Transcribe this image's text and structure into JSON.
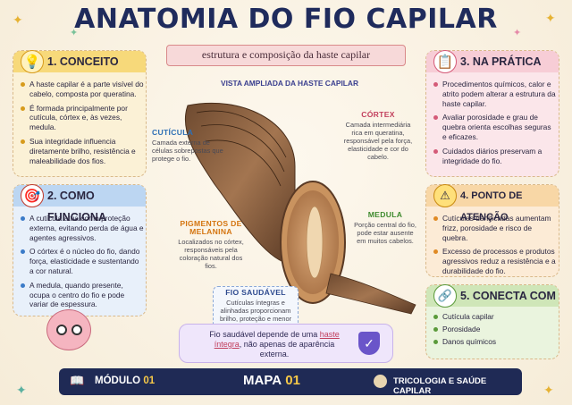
{
  "title": "ANATOMIA DO FIO CAPILAR",
  "subtitle": "estrutura e composição da haste capilar",
  "cards": {
    "conceito": {
      "title": "1. CONCEITO",
      "items": [
        "A haste capilar é a parte visível do cabelo, composta por queratina.",
        "É formada principalmente por cutícula, córtex e, às vezes, medula.",
        "Sua integridade influencia diretamente brilho, resistência e maleabilidade dos fios."
      ]
    },
    "funciona": {
      "title": "2. COMO FUNCIONA",
      "items": [
        "A cutícula atua como proteção externa, evitando perda de água e agentes agressivos.",
        "O córtex é o núcleo do fio, dando força, elasticidade e sustentando a cor natural.",
        "A medula, quando presente, ocupa o centro do fio e pode variar de espessura."
      ]
    },
    "pratica": {
      "title": "3. NA PRÁTICA",
      "items": [
        "Procedimentos químicos, calor e atrito podem alterar a estrutura da haste capilar.",
        "Avaliar porosidade e grau de quebra orienta escolhas seguras e eficazes.",
        "Cuidados diários preservam a integridade do fio."
      ]
    },
    "atencao": {
      "title": "4. PONTO DE ATENÇÃO",
      "items": [
        "Cutículas danificadas aumentam frizz, porosidade e risco de quebra.",
        "Excesso de processos e produtos agressivos reduz a resistência e a durabilidade do fio."
      ]
    },
    "conecta": {
      "title": "5. CONECTA COM",
      "items": [
        "Cutícula capilar",
        "Porosidade",
        "Danos químicos"
      ]
    }
  },
  "diagram": {
    "heading": "VISTA AMPLIADA DA HASTE CAPILAR",
    "cuticula": {
      "title": "CUTÍCULA",
      "text": "Camada externa de células sobrepostas que protege o fio."
    },
    "cortex": {
      "title": "CÓRTEX",
      "text": "Camada intermediária rica em queratina, responsável pela força, elasticidade e cor do cabelo."
    },
    "pigmentos": {
      "title": "PIGMENTOS DE MELANINA",
      "text": "Localizados no córtex, responsáveis pela coloração natural dos fios."
    },
    "medula": {
      "title": "MEDULA",
      "text": "Porção central do fio, pode estar ausente em muitos cabelos."
    },
    "saudavel": {
      "title": "FIO SAUDÁVEL",
      "text": "Cutículas íntegras e alinhadas proporcionam brilho, proteção e menor quebra."
    }
  },
  "quote": {
    "before": "Fio saudável depende de uma ",
    "highlight": "haste íntegra",
    "after": ", não apenas de aparência externa."
  },
  "footer": {
    "modulo_label": "MÓDULO",
    "modulo_num": "01",
    "mapa_label": "MAPA",
    "mapa_num": "01",
    "area": "TRICOLOGIA E SAÚDE CAPILAR"
  },
  "colors": {
    "navy": "#1f2a55",
    "yellow": "#f7d97a",
    "blue": "#bcd6f2",
    "pink": "#f7cdd6",
    "orange": "#f8d7a6",
    "green": "#cfe6b8"
  }
}
